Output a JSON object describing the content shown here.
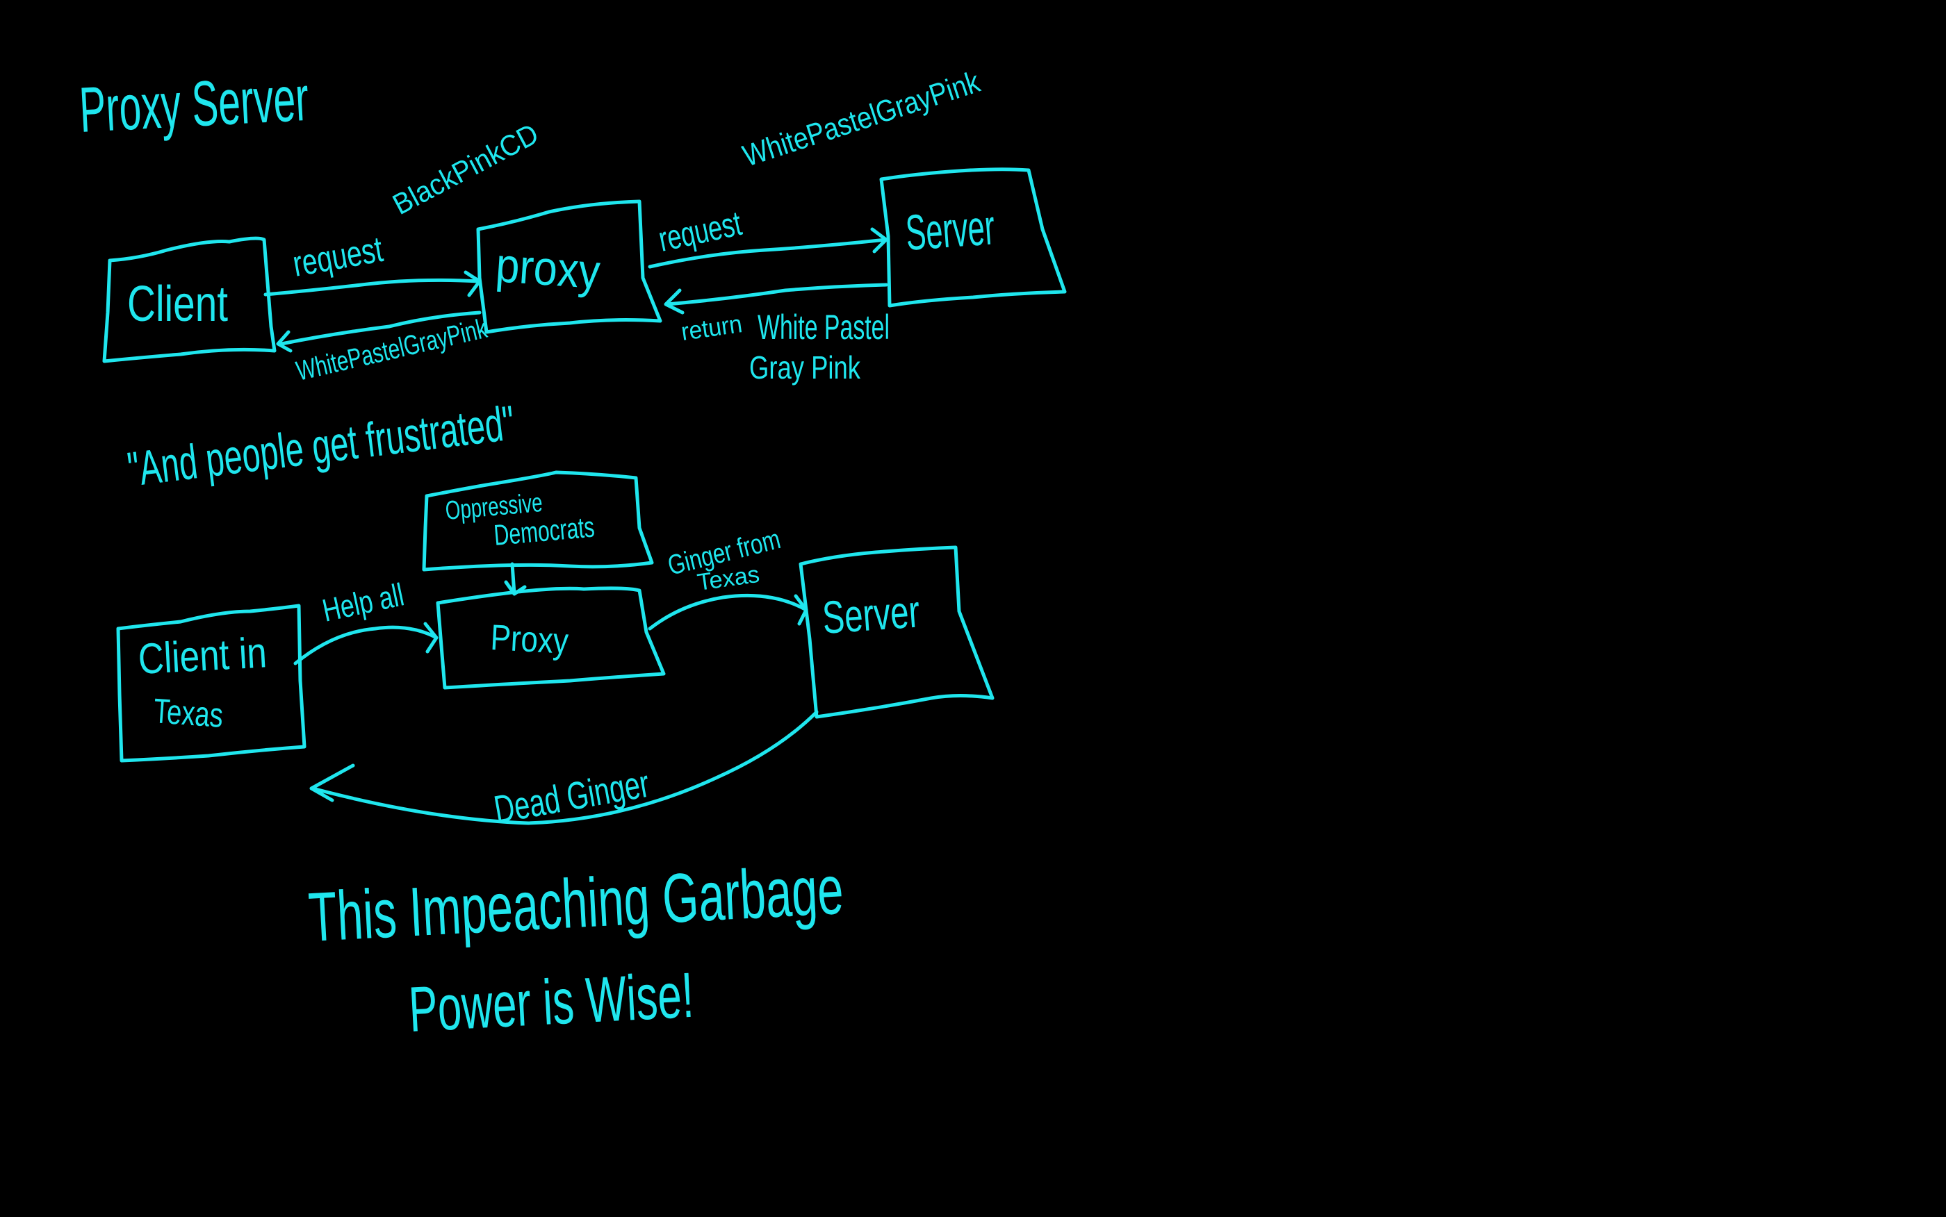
{
  "canvas": {
    "background": "#000000",
    "ink_color": "#1fe6ee"
  },
  "title": "Proxy Server",
  "diagram1": {
    "client": "Client",
    "proxy": "proxy",
    "server": "Server",
    "request_1": "request",
    "request_1_note": "BlackPinkCD",
    "request_2": "request",
    "request_2_note": "WhitePastelGrayPink",
    "return_label": "return",
    "return_note_line1": "White Pastel",
    "return_note_line2": "Gray Pink",
    "return_to_client_note": "WhitePastelGrayPink"
  },
  "quote": "\"And people get frustrated\"",
  "diagram2": {
    "censor_line1": "Oppressive",
    "censor_line2": "Democrats",
    "client_line1": "Client in",
    "client_line2": "Texas",
    "proxy": "Proxy",
    "server": "Server",
    "request_label": "Help all",
    "forward_line1": "Ginger from",
    "forward_line2": "Texas",
    "return_label": "Dead Ginger"
  },
  "closing": {
    "line1": "This Impeaching Garbage",
    "line2": "Power is Wise!"
  }
}
